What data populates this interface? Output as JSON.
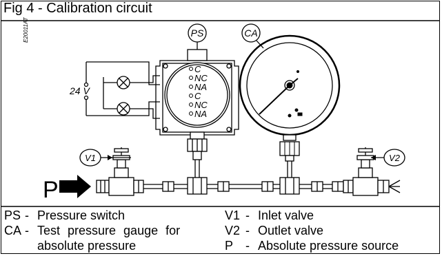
{
  "title": "Fig 4 - Calibration circuit",
  "drawing_code": "E20011AT",
  "callouts": {
    "ps": "PS",
    "ca": "CA",
    "v1": "V1",
    "v2": "V2"
  },
  "supply_voltage": "24 V",
  "switch_terminals": [
    "C",
    "NC",
    "NA",
    "C",
    "NC",
    "NA"
  ],
  "source_letter": "P",
  "legend": {
    "left": [
      {
        "code": "PS",
        "dash": "-",
        "text": "Pressure switch"
      },
      {
        "code": "CA",
        "dash": "-",
        "text": "Test pressure gauge for"
      },
      {
        "code": "",
        "dash": "",
        "text": "absolute pressure"
      }
    ],
    "right": [
      {
        "code": "V1",
        "dash": "-",
        "text": "Inlet valve"
      },
      {
        "code": "V2",
        "dash": "-",
        "text": "Outlet valve"
      },
      {
        "code": "P",
        "dash": "-",
        "text": "Absolute pressure source"
      }
    ]
  }
}
